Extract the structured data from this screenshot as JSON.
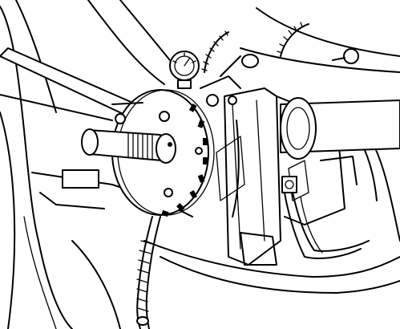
{
  "figure": {
    "style": "black line art on white",
    "parts": [
      "steering-shaft",
      "splined-shaft-end",
      "slotted-sensor-disc",
      "indicator-gauges",
      "wiring-harness",
      "mounting-bracket",
      "column-housing",
      "probe-rod"
    ]
  }
}
